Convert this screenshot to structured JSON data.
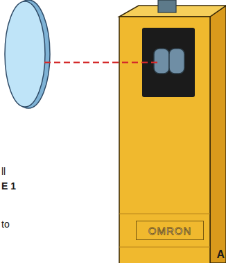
{
  "diagram": {
    "nodes": [
      {
        "text": [
          "OMRON"
        ]
      }
    ],
    "labels": [
      "ll",
      "E 1",
      "to",
      "A"
    ]
  }
}
